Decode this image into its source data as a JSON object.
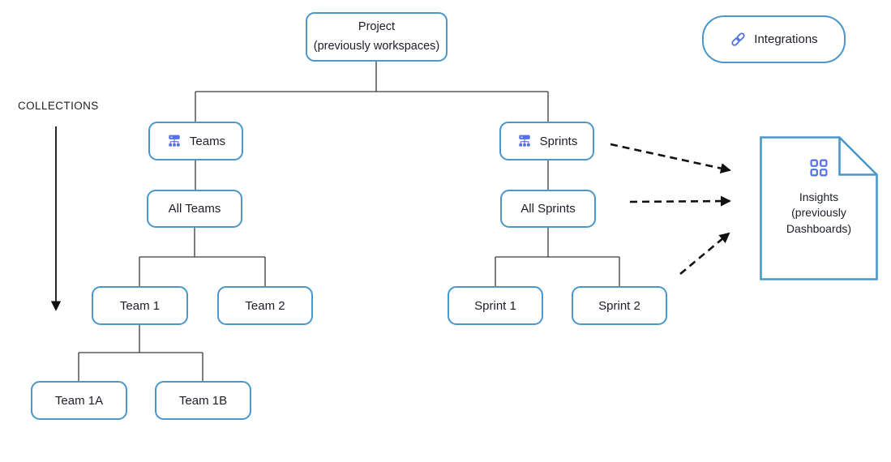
{
  "diagram": {
    "collections_label": "COLLECTIONS",
    "nodes": {
      "project": {
        "line1": "Project",
        "line2": "(previously workspaces)"
      },
      "integrations": {
        "label": "Integrations",
        "icon": "link-icon"
      },
      "teams": {
        "label": "Teams",
        "icon": "org-chart-icon"
      },
      "sprints": {
        "label": "Sprints",
        "icon": "org-chart-icon"
      },
      "all_teams": {
        "label": "All Teams"
      },
      "all_sprints": {
        "label": "All Sprints"
      },
      "team_1": {
        "label": "Team 1"
      },
      "team_2": {
        "label": "Team 2"
      },
      "sprint_1": {
        "label": "Sprint 1"
      },
      "sprint_2": {
        "label": "Sprint 2"
      },
      "team_1a": {
        "label": "Team 1A"
      },
      "team_1b": {
        "label": "Team 1B"
      },
      "insights": {
        "line1": "Insights",
        "line2": "(previously",
        "line3": "Dashboards)",
        "icon": "grid-icon"
      }
    },
    "colors": {
      "node_border": "#4A97C9",
      "icon_accent": "#5472E4",
      "connector": "#3A3A3A",
      "arrow": "#111111",
      "text": "#1B1E28"
    }
  }
}
